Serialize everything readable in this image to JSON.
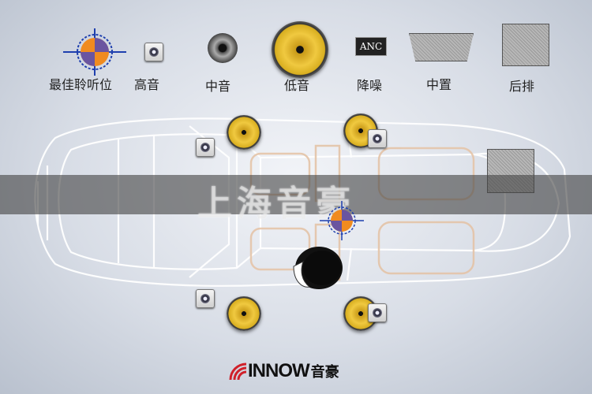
{
  "legend": {
    "best_listening": "最佳聆听位",
    "tweeter": "高音",
    "midrange": "中音",
    "woofer": "低音",
    "anc_badge": "ANC",
    "anc": "降噪",
    "center": "中置",
    "rear": "后排"
  },
  "watermark": "上海音豪",
  "brand": {
    "name": "INNOW",
    "cn": "音豪"
  },
  "colors": {
    "crosshair": "#1e3fae",
    "target_a": "#f08b20",
    "target_b": "#6a55a0",
    "woofer": "#f0c940"
  }
}
